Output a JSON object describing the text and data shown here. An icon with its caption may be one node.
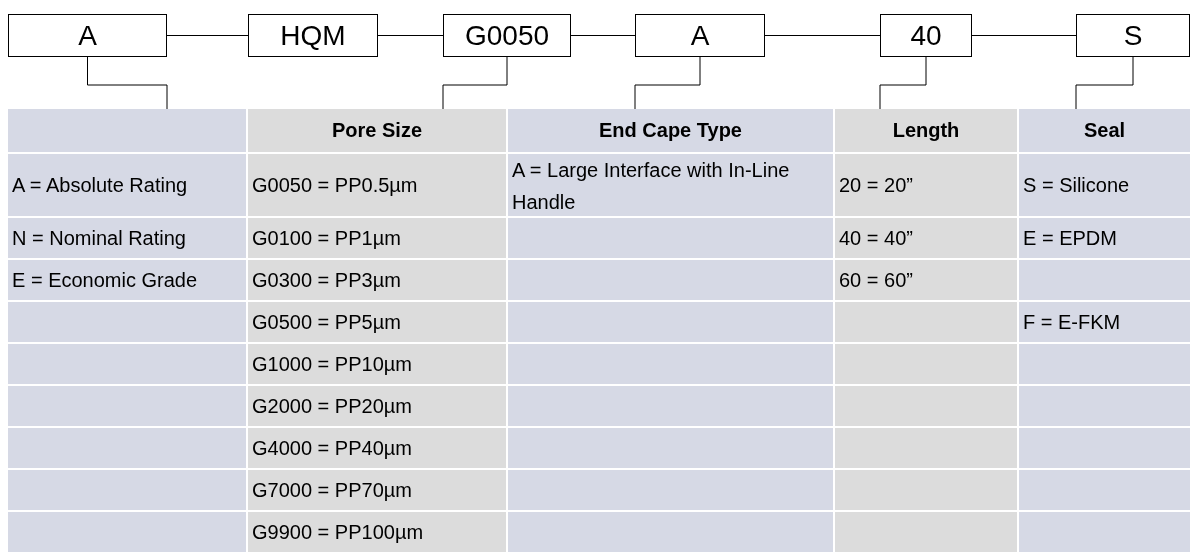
{
  "diagram": {
    "nodes": [
      {
        "text": [
          "A"
        ]
      },
      {
        "text": [
          "HQM"
        ]
      },
      {
        "text": [
          "G0050"
        ]
      },
      {
        "text": [
          "A"
        ]
      },
      {
        "text": [
          "40"
        ]
      },
      {
        "text": [
          "S"
        ]
      },
      {
        "text": [],
        "shape": "box"
      },
      {
        "text": [
          "Pore Size"
        ]
      },
      {
        "text": [
          "End Cape Type"
        ]
      },
      {
        "text": [
          "Length"
        ]
      },
      {
        "text": [
          "Seal"
        ]
      }
    ],
    "edges": [
      {
        "from": 0,
        "to": 1,
        "arrow": "none"
      },
      {
        "from": 1,
        "to": 2,
        "arrow": "none"
      },
      {
        "from": 2,
        "to": 3,
        "arrow": "none"
      },
      {
        "from": 3,
        "to": 4,
        "arrow": "none"
      },
      {
        "from": 4,
        "to": 5,
        "arrow": "none"
      },
      {
        "from": 0,
        "to": 6,
        "arrow": "none"
      },
      {
        "from": 2,
        "to": 7,
        "arrow": "none"
      },
      {
        "from": 3,
        "to": 8,
        "arrow": "none"
      },
      {
        "from": 4,
        "to": 9,
        "arrow": "none"
      },
      {
        "from": 5,
        "to": 10,
        "arrow": "none"
      }
    ],
    "labels": [
      "A = Absolute Rating",
      "G0050 = PP0.5µm",
      "A = Large Interface with In-Line Handle",
      "20 = 20”",
      "S = Silicone",
      "N = Nominal Rating",
      "G0100 = PP1µm",
      "40 = 40”",
      "E = EPDM",
      "E = Economic Grade",
      "G0300 = PP3µm",
      "60 = 60”",
      "G0500 = PP5µm",
      "F = E-FKM",
      "G1000 = PP10µm",
      "G2000 = PP20µm",
      "G4000 = PP40µm",
      "G7000 = PP70µm",
      "G9900 = PP100µm"
    ]
  }
}
